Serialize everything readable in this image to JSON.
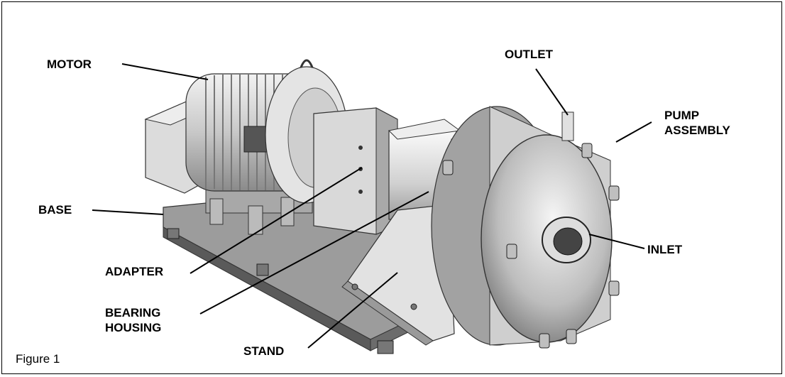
{
  "labels": {
    "motor": "MOTOR",
    "outlet": "OUTLET",
    "pump_line1": "PUMP",
    "pump_line2": "ASSEMBLY",
    "base": "BASE",
    "inlet": "INLET",
    "adapter": "ADAPTER",
    "bearing_line1": "BEARING",
    "bearing_line2": "HOUSING",
    "stand": "STAND"
  },
  "caption": "Figure 1"
}
